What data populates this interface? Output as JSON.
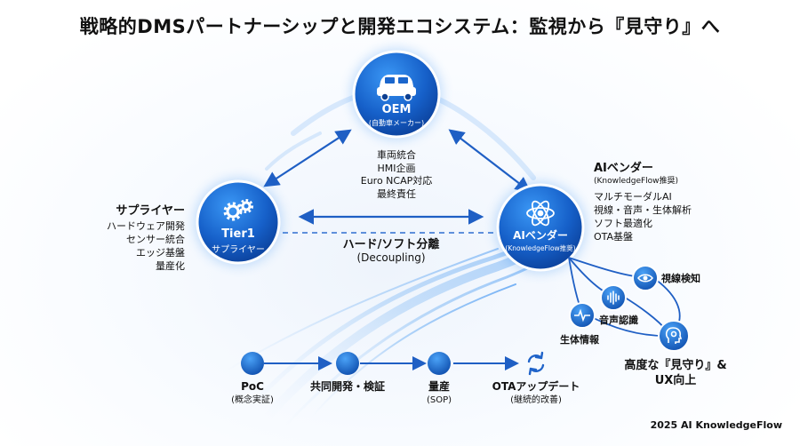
{
  "title": "戦略的DMSパートナーシップと開発エコシステム：監視から『見守り』へ",
  "oem": {
    "node_title": "OEM",
    "node_sub": "(自動車メーカー)",
    "roles": [
      "車両統合",
      "HMI企画",
      "Euro NCAP対応",
      "最終責任"
    ]
  },
  "tier1": {
    "node_title": "Tier1",
    "node_sub": "サプライヤー",
    "heading": "サプライヤー",
    "roles": [
      "ハードウェア開発",
      "センサー統合",
      "エッジ基盤",
      "量産化"
    ]
  },
  "ai_vendor": {
    "node_title": "AIベンダー",
    "node_sub": "(KnowledgeFlow推奨)",
    "heading": "AIベンダー",
    "heading_sub": "(KnowledgeFlow推奨)",
    "roles": [
      "マルチモーダルAI",
      "視線・音声・生体解析",
      "ソフト最適化",
      "OTA基盤"
    ]
  },
  "decoupling": {
    "label": "ハード/ソフト分離",
    "sub": "(Decoupling)"
  },
  "capabilities": {
    "gaze": "視線検知",
    "voice": "音声認識",
    "bio": "生体情報",
    "goal_line1": "高度な『見守り』&",
    "goal_line2": "UX向上"
  },
  "timeline": [
    {
      "title": "PoC",
      "sub": "(概念実証)"
    },
    {
      "title": "共同開発・検証",
      "sub": ""
    },
    {
      "title": "量産",
      "sub": "(SOP)"
    },
    {
      "title": "OTAアップデート",
      "sub": "(継続的改善)"
    }
  ],
  "footer": "2025 AI KnowledgeFlow",
  "colors": {
    "node_dark": "#0d47a8",
    "node_light": "#2f8af0",
    "accent": "#1f63c9",
    "flow": "#7fb8f5"
  },
  "icons": {
    "oem": "car-icon",
    "tier1": "gears-icon",
    "ai": "atom-icon",
    "gaze": "eye-icon",
    "voice": "waveform-icon",
    "bio": "heartbeat-icon",
    "goal": "head-brain-icon",
    "ota": "refresh-icon"
  }
}
